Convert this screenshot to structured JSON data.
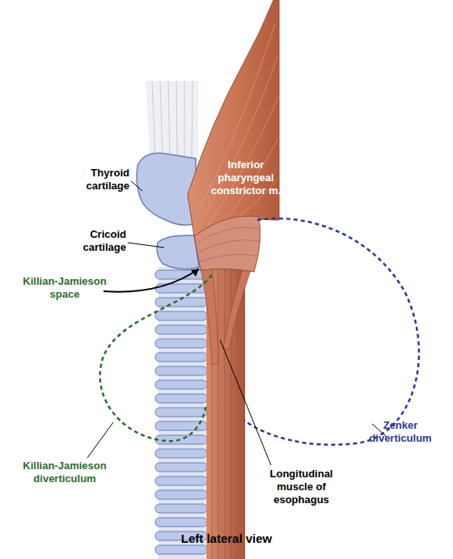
{
  "diagram": {
    "caption": "Left lateral view",
    "labels": [
      "Inferior pharyngeal constrictor m.",
      "Thyroid cartilage",
      "Cricoid cartilage",
      "Killian-Jamieson space",
      "Killian-Jamieson diverticulum",
      "Zenker diverticulum",
      "Longitudinal muscle of esophagus"
    ]
  }
}
